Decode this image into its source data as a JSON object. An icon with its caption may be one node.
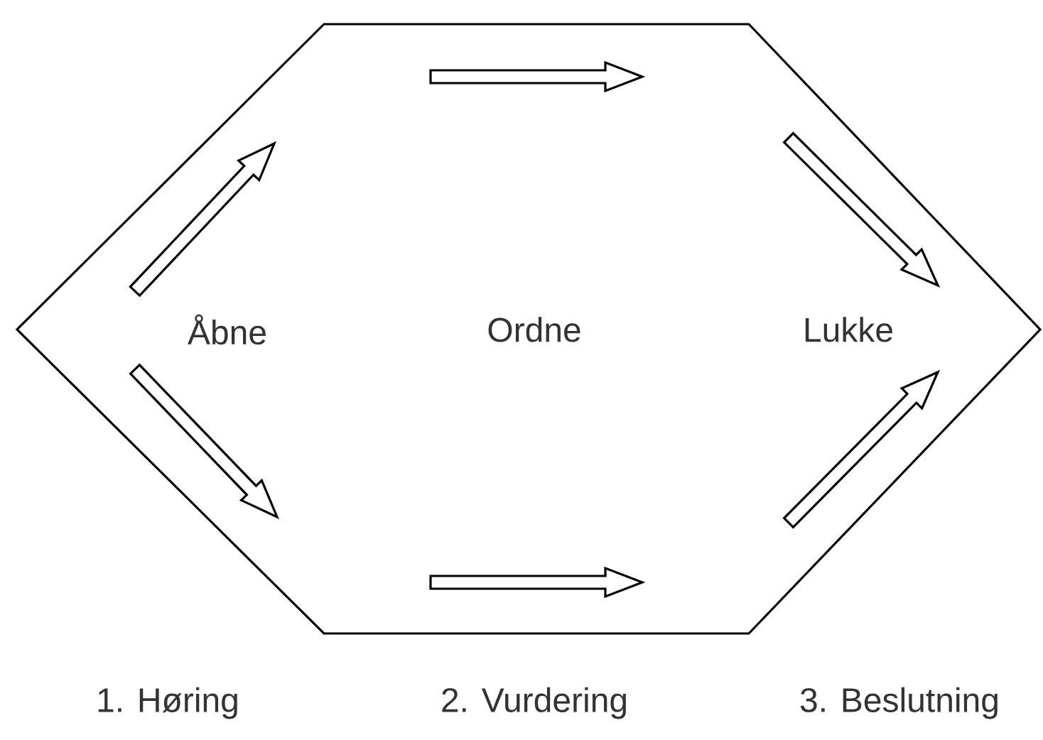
{
  "diagram": {
    "nodes": [
      {
        "text": [
          "Åbne",
          "Ordne",
          "Lukke"
        ]
      }
    ],
    "labels": [
      "1. Høring",
      "2. Vurdering",
      "3. Beslutning"
    ]
  }
}
